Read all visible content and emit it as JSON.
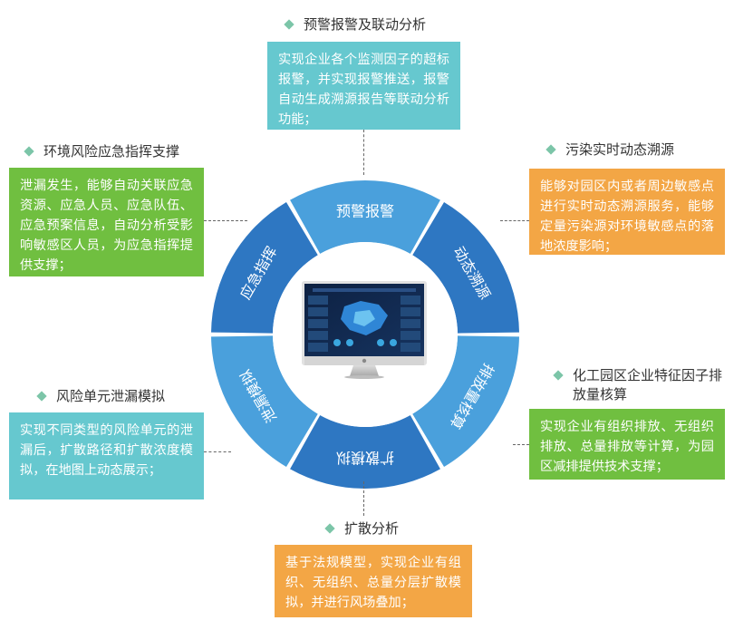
{
  "ring": {
    "segments": [
      {
        "id": "warning",
        "label": "预警报警",
        "color": "#4aa0dc"
      },
      {
        "id": "tracing",
        "label": "动态溯源",
        "color": "#2e77c2"
      },
      {
        "id": "emission",
        "label": "排放量核算",
        "color": "#4aa0dc"
      },
      {
        "id": "diffusion",
        "label": "扩散模拟",
        "color": "#2e77c2"
      },
      {
        "id": "leakage",
        "label": "泄漏模拟",
        "color": "#4aa0dc"
      },
      {
        "id": "command",
        "label": "应急指挥",
        "color": "#2e77c2"
      }
    ],
    "inner_color": "#ffffff"
  },
  "panels": {
    "warning": {
      "title": "预警报警及联动分析",
      "text": "实现企业各个监测因子的超标报警，并实现报警推送，报警自动生成溯源报告等联动分析功能；",
      "color": "#66c8cf"
    },
    "tracing": {
      "title": "污染实时动态溯源",
      "text": "能够对园区内或者周边敏感点进行实时动态溯源服务，能够定量污染源对环境敏感点的落地浓度影响；",
      "color": "#f3a645"
    },
    "emission": {
      "title": "化工园区企业特征因子排放量核算",
      "text": "实现企业有组织排放、无组织排放、总量排放等计算，为园区减排提供技术支撑；",
      "color": "#70bf40"
    },
    "diffusion": {
      "title": "扩散分析",
      "text": "基于法规模型，实现企业有组织、无组织、总量分层扩散模拟，并进行风场叠加；",
      "color": "#f3a645"
    },
    "leakage": {
      "title": "风险单元泄漏模拟",
      "text": "实现不同类型的风险单元的泄漏后，扩散路径和扩散浓度模拟，在地图上动态展示；",
      "color": "#66c8cf"
    },
    "command": {
      "title": "环境风险应急指挥支撑",
      "text": "泄漏发生，能够自动关联应急资源、应急人员、应急队伍、应急预案信息，自动分析受影响敏感区人员，为应急指挥提供支撑；",
      "color": "#70bf40"
    }
  },
  "monitor_icon": "imac-dashboard-icon",
  "diamond_icon": "diamond-bullet-icon"
}
